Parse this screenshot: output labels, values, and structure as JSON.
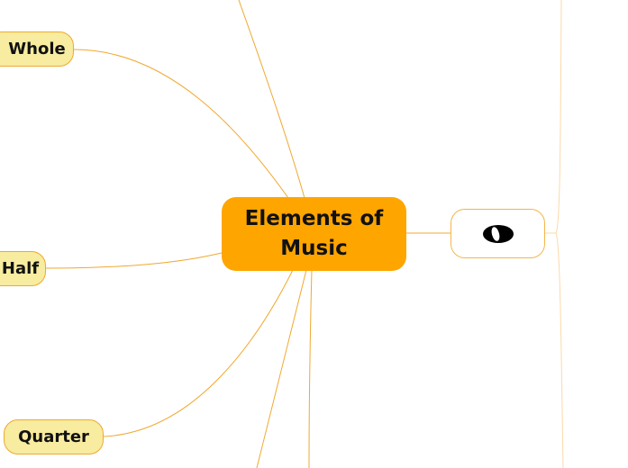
{
  "central_topic": {
    "label": "Elements of Music",
    "line1": "Elements of",
    "line2": "Music"
  },
  "subtopics": [
    {
      "label": "Whole"
    },
    {
      "label": "Half"
    },
    {
      "label": "Quarter"
    }
  ],
  "right_node": {
    "icon": "whole-note-icon"
  },
  "colors": {
    "central": "#ffa500",
    "subtopic_fill": "#f7ec9f",
    "connector": "#f0a830",
    "connector_light": "#fcd9a8"
  }
}
